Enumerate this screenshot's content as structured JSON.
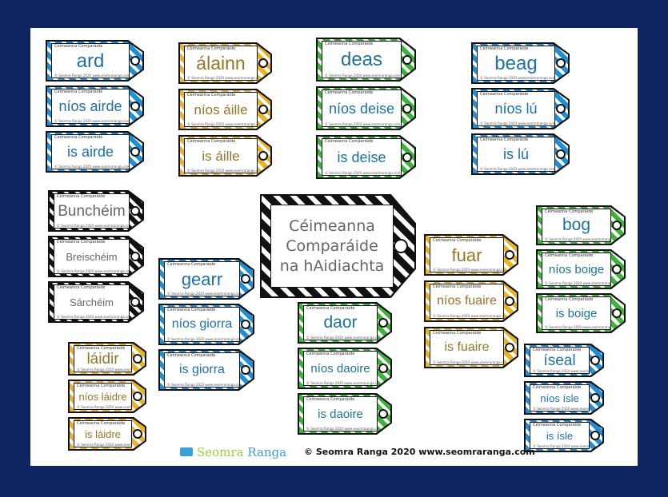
{
  "tag_header": "Céimeanna Comparáide",
  "tag_footer": "© Seomra Ranga 2020 www.seomraranga.com",
  "colors": {
    "background": "#0e2561",
    "blue": "#1e90d8",
    "gold": "#e8b423",
    "green": "#3db33a",
    "black": "#111111"
  },
  "title_tag": {
    "lines": [
      "Céimeanna",
      "Comparáide",
      "na hAidiachta"
    ]
  },
  "groups": [
    {
      "name": "ard",
      "color": "blue",
      "text_color": "#1d70a8",
      "words": [
        "ard",
        "níos airde",
        "is airde"
      ]
    },
    {
      "name": "álainn",
      "color": "gold",
      "text_color": "#957528",
      "words": [
        "álainn",
        "níos áille",
        "is áille"
      ]
    },
    {
      "name": "deas",
      "color": "green",
      "text_color": "#1d7396",
      "words": [
        "deas",
        "níos deise",
        "is deise"
      ]
    },
    {
      "name": "beag",
      "color": "blue",
      "text_color": "#1d70a8",
      "words": [
        "beag",
        "níos lú",
        "is lú"
      ]
    },
    {
      "name": "céimeanna",
      "color": "black",
      "text_color": "#666666",
      "words": [
        "Bunchéim",
        "Breischéim",
        "Sárchéim"
      ]
    },
    {
      "name": "gearr",
      "color": "blue",
      "text_color": "#1d70a8",
      "words": [
        "gearr",
        "níos giorra",
        "is giorra"
      ]
    },
    {
      "name": "daor",
      "color": "green",
      "text_color": "#1d7396",
      "words": [
        "daor",
        "níos daoire",
        "is daoire"
      ]
    },
    {
      "name": "fuar",
      "color": "gold",
      "text_color": "#957528",
      "words": [
        "fuar",
        "níos fuaire",
        "is fuaire"
      ]
    },
    {
      "name": "bog",
      "color": "green",
      "text_color": "#1d7396",
      "words": [
        "bog",
        "níos boige",
        "is boige"
      ]
    },
    {
      "name": "láidir",
      "color": "gold",
      "text_color": "#957528",
      "words": [
        "láidir",
        "níos láidre",
        "is láidre"
      ]
    },
    {
      "name": "íseal",
      "color": "blue",
      "text_color": "#1d70a8",
      "words": [
        "íseal",
        "níos ísle",
        "is ísle"
      ]
    }
  ],
  "footer": {
    "logo_a": "Seomra",
    "logo_b": "Ranga",
    "copyright": "© Seomra Ranga 2020 www.seomraranga.com"
  }
}
